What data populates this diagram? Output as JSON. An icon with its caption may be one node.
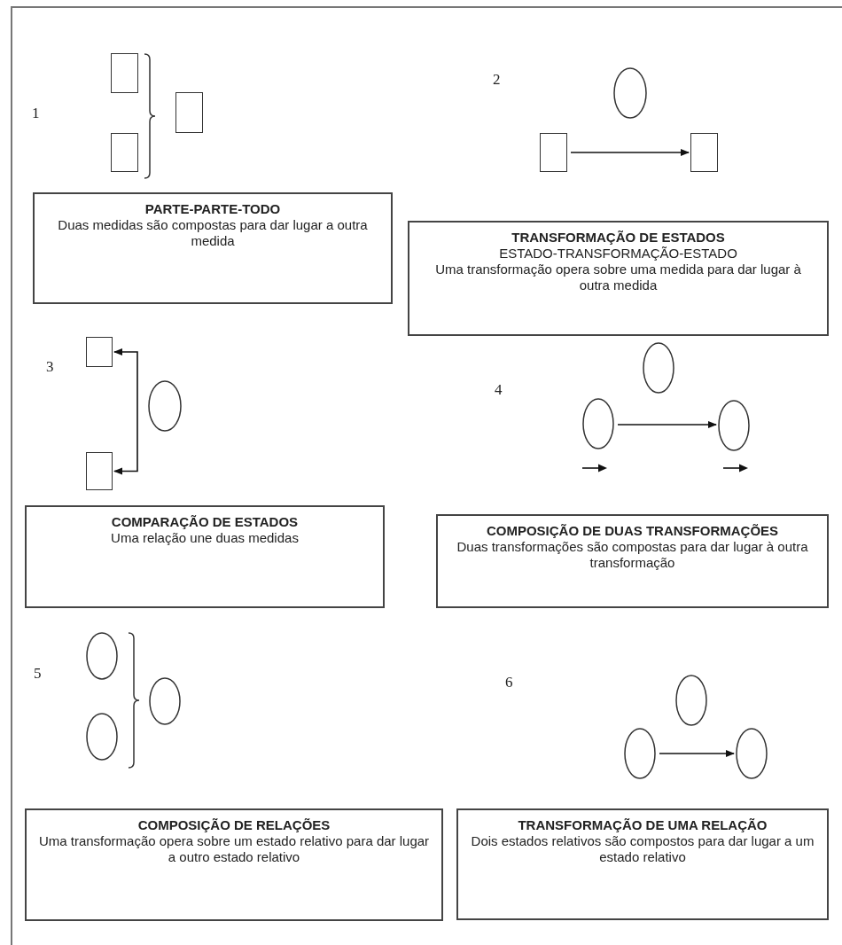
{
  "diagram": {
    "nodes": [
      {
        "text": [],
        "shape": "box"
      },
      {
        "text": [],
        "shape": "box"
      },
      {
        "text": [],
        "shape": "box"
      },
      {
        "text": [
          "PARTE-PARTE-TODO",
          "Duas medidas são compostas para dar lugar a outra medida"
        ]
      },
      {
        "text": [],
        "shape": "circle"
      },
      {
        "text": [],
        "shape": "box"
      },
      {
        "text": [],
        "shape": "box"
      },
      {
        "text": [
          "TRANSFORMAÇÃO DE ESTADOS",
          "ESTADO-TRANSFORMAÇÃO-ESTADO",
          "Uma transformação opera sobre uma medida para dar lugar à outra medida"
        ]
      },
      {
        "text": [],
        "shape": "box"
      },
      {
        "text": [],
        "shape": "box"
      },
      {
        "text": [],
        "shape": "circle"
      },
      {
        "text": [
          "COMPARAÇÃO DE ESTADOS",
          "Uma relação une duas medidas"
        ]
      },
      {
        "text": [],
        "shape": "circle"
      },
      {
        "text": [],
        "shape": "circle"
      },
      {
        "text": [],
        "shape": "circle"
      },
      {
        "text": [
          "COMPOSIÇÃO DE DUAS TRANSFORMAÇÕES",
          "Duas transformações são compostas para dar lugar à outra transformação"
        ]
      },
      {
        "text": [],
        "shape": "circle"
      },
      {
        "text": [],
        "shape": "circle"
      },
      {
        "text": [],
        "shape": "circle"
      },
      {
        "text": [
          "COMPOSIÇÃO DE RELAÇÕES",
          "Uma transformação opera sobre um estado relativo para dar lugar a outro estado relativo"
        ]
      },
      {
        "text": [],
        "shape": "circle"
      },
      {
        "text": [],
        "shape": "circle"
      },
      {
        "text": [],
        "shape": "circle"
      },
      {
        "text": [
          "TRANSFORMAÇÃO DE UMA RELAÇÃO",
          "Dois estados relativos são compostos para dar lugar a um estado relativo"
        ]
      }
    ],
    "edges": [
      {
        "from": 5,
        "to": 6,
        "arrow": "to"
      },
      {
        "from": 8,
        "to": 9,
        "arrow": "both"
      },
      {
        "from": 13,
        "to": 14,
        "arrow": "to"
      },
      {
        "from": 21,
        "to": 22,
        "arrow": "to"
      }
    ],
    "labels": [
      "1",
      "2",
      "3",
      "4",
      "5",
      "6"
    ]
  }
}
